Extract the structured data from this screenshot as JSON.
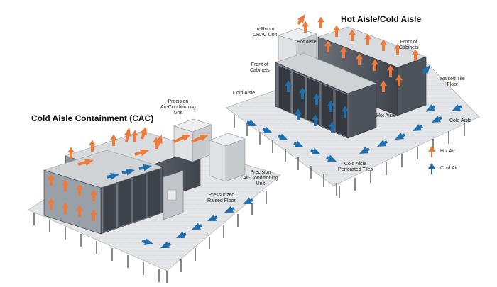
{
  "titles": {
    "cac": "Cold Aisle Containment (CAC)",
    "hac": "Hot Aisle/Cold Aisle"
  },
  "labels": {
    "in_room_crac": [
      "In-Room",
      "CRAC Unit"
    ],
    "hot_aisle_top": "Hot Aisle",
    "front_of_cabinets_right": [
      "Front of",
      "Cabinets"
    ],
    "front_of_cabinets_left": [
      "Front of",
      "Cabinets"
    ],
    "raised_tile_floor": [
      "Raised Tile",
      "Floor"
    ],
    "cold_aisle_left": "Cold Aisle",
    "hot_aisle_mid": "Hot Aisle",
    "cold_aisle_right": "Cold Aisle",
    "cold_aisle_perforated": [
      "Cold Aisle",
      "Perforated Tiles"
    ],
    "precision_ac_top": [
      "Precision",
      "Air-Conditioning",
      "Unit"
    ],
    "precision_ac_bottom": [
      "Precision",
      "Air-Conditioning",
      "Unit"
    ],
    "pressurized_floor": [
      "Pressurized",
      "Raised Floor"
    ]
  },
  "legend": {
    "hot_air": "Hot Air",
    "cold_air": "Cold Air"
  },
  "colors": {
    "hot": "#ee7a3a",
    "cold": "#1f6fae",
    "floor": "#e6e8ea",
    "cabinet": "#4a4f57",
    "cabinet_front": "#5f656d",
    "unit": "#d4d6d8"
  }
}
